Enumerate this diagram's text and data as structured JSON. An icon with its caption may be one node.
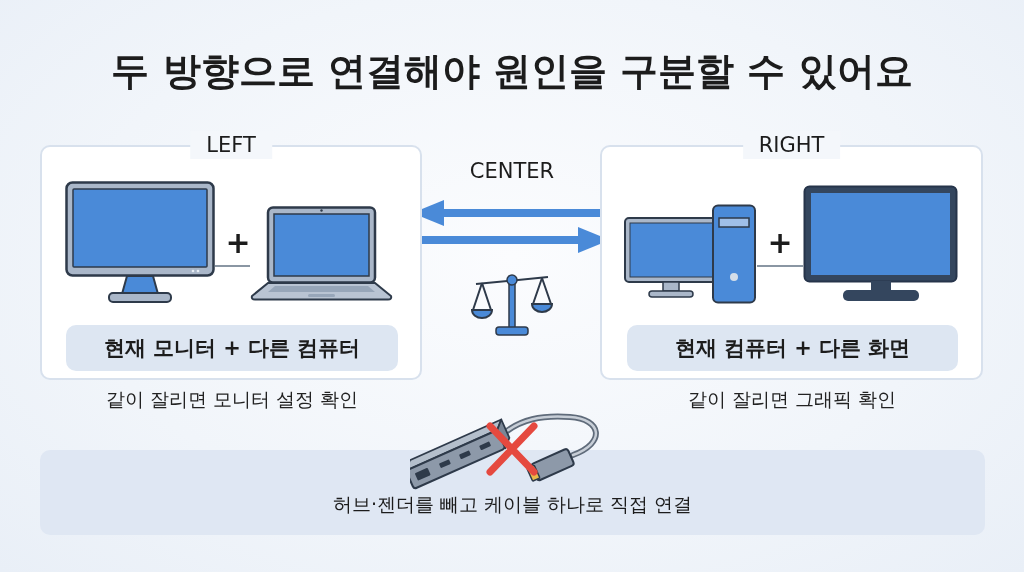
{
  "diagram": {
    "title": "두 방향으로 연결해야 원인을 구분할 수 있어요",
    "nodes": [
      {
        "text": [
          "LEFT"
        ]
      },
      {
        "text": [],
        "shape": "picture",
        "in": 0
      },
      {
        "text": [],
        "shape": "picture",
        "in": 0
      },
      {
        "text": [
          "현재 모니터 + 다른 컴퓨터"
        ],
        "beside": [
          "같이 잘리면 모니터 설정 확인"
        ],
        "in": 0
      },
      {
        "text": [
          "RIGHT"
        ]
      },
      {
        "text": [],
        "shape": "picture",
        "in": 4
      },
      {
        "text": [],
        "shape": "picture",
        "in": 4
      },
      {
        "text": [
          "현재 컴퓨터 + 다른 화면"
        ],
        "beside": [
          "같이 잘리면 그래픽 확인"
        ],
        "in": 4
      },
      {
        "text": [
          "허브·젠더를 빼고 케이블 하나로 직접 연결"
        ]
      }
    ],
    "edges": [
      {
        "from": 1,
        "to": 2,
        "arrow": "none"
      },
      {
        "from": 5,
        "to": 6,
        "arrow": "none"
      },
      {
        "from": 4,
        "to": 0,
        "arrow": "to",
        "style": "thick",
        "color": "#4a8ad8"
      },
      {
        "from": 0,
        "to": 4,
        "arrow": "to",
        "style": "thick",
        "color": "#4a8ad8"
      }
    ],
    "labels": [
      "+",
      "CENTER",
      "+"
    ]
  }
}
